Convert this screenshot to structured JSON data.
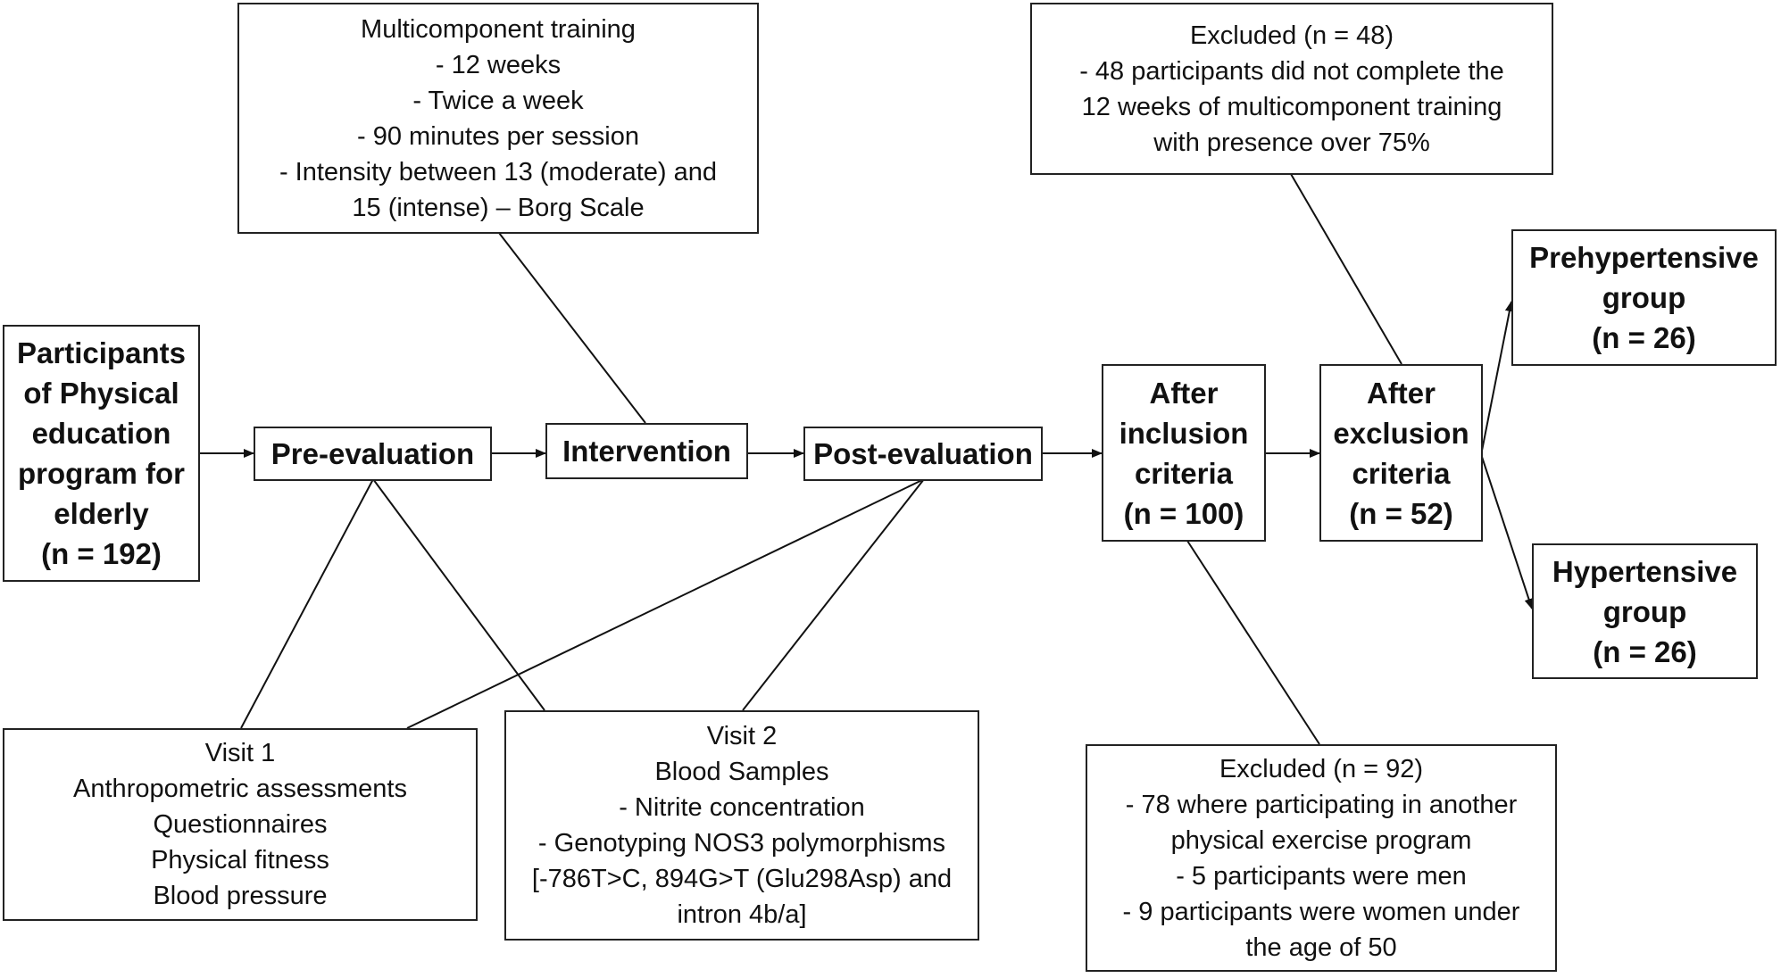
{
  "nodes": {
    "participants": {
      "lines": [
        "Participants",
        "of Physical",
        "education",
        "program for",
        "elderly",
        "(n = 192)"
      ]
    },
    "pre_evaluation": {
      "lines": [
        "Pre-evaluation"
      ]
    },
    "intervention": {
      "lines": [
        "Intervention"
      ]
    },
    "post_evaluation": {
      "lines": [
        "Post-evaluation"
      ]
    },
    "after_inclusion": {
      "lines": [
        "After",
        "inclusion",
        "criteria",
        "(n = 100)"
      ]
    },
    "after_exclusion": {
      "lines": [
        "After",
        "exclusion",
        "criteria",
        "(n = 52)"
      ]
    },
    "prehypertensive": {
      "lines": [
        "Prehypertensive",
        "group",
        "(n = 26)"
      ]
    },
    "hypertensive": {
      "lines": [
        "Hypertensive",
        "group",
        "(n = 26)"
      ]
    },
    "training": {
      "lines": [
        "Multicomponent training",
        "- 12 weeks",
        "- Twice a week",
        "- 90 minutes per session",
        "- Intensity between 13 (moderate) and",
        "15 (intense) – Borg Scale"
      ]
    },
    "excluded_48": {
      "lines": [
        "Excluded (n = 48)",
        "- 48 participants did not complete the",
        "12 weeks of multicomponent training",
        "with presence over 75%"
      ]
    },
    "visit1": {
      "lines": [
        "Visit 1",
        "Anthropometric assessments",
        "Questionnaires",
        "Physical fitness",
        "Blood pressure"
      ]
    },
    "visit2": {
      "lines": [
        "Visit 2",
        "Blood Samples",
        "- Nitrite concentration",
        "- Genotyping NOS3 polymorphisms",
        "[-786T>C, 894G>T (Glu298Asp) and",
        "intron 4b/a]"
      ]
    },
    "excluded_92": {
      "lines": [
        "Excluded (n = 92)",
        "- 78 where participating in another",
        "physical exercise program",
        "- 5 participants were men",
        "- 9 participants were women under",
        "the age of 50"
      ]
    }
  }
}
